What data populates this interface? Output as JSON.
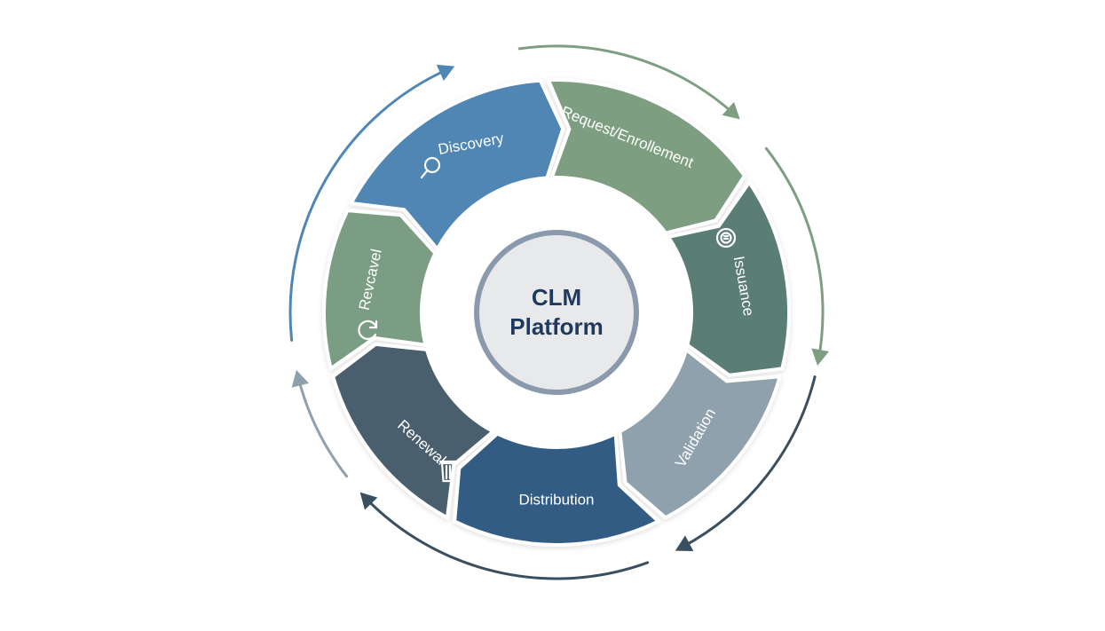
{
  "diagram": {
    "center": {
      "line1": "CLM",
      "line2": "Platform",
      "text_color": "#1f3a5c",
      "fill": "#e8e9eb",
      "ring_color": "#8a9aac"
    },
    "segments": [
      {
        "label": "Discovery",
        "icon": "magnifier-icon",
        "color": "#4f86b3"
      },
      {
        "label": "Request/Enrollement",
        "icon": "none",
        "color": "#7d9e80"
      },
      {
        "label": "Issuance",
        "icon": "seal-icon",
        "color": "#5a7d76"
      },
      {
        "label": "Validation",
        "icon": "none",
        "color": "#8ea1ad"
      },
      {
        "label": "Distribution",
        "icon": "none",
        "color": "#315b83"
      },
      {
        "label": "Renewal",
        "icon": "trash-icon",
        "color": "#4a5e6d"
      },
      {
        "label": "Revcavel",
        "icon": "refresh-icon",
        "color": "#7a9d83"
      }
    ],
    "arrows": [
      {
        "color": "#4f86b3"
      },
      {
        "color": "#7d9e80"
      },
      {
        "color": "#7d9e80"
      },
      {
        "color": "#3a4f60"
      },
      {
        "color": "#3a4f60"
      },
      {
        "color": "#8ea1ad"
      }
    ]
  }
}
